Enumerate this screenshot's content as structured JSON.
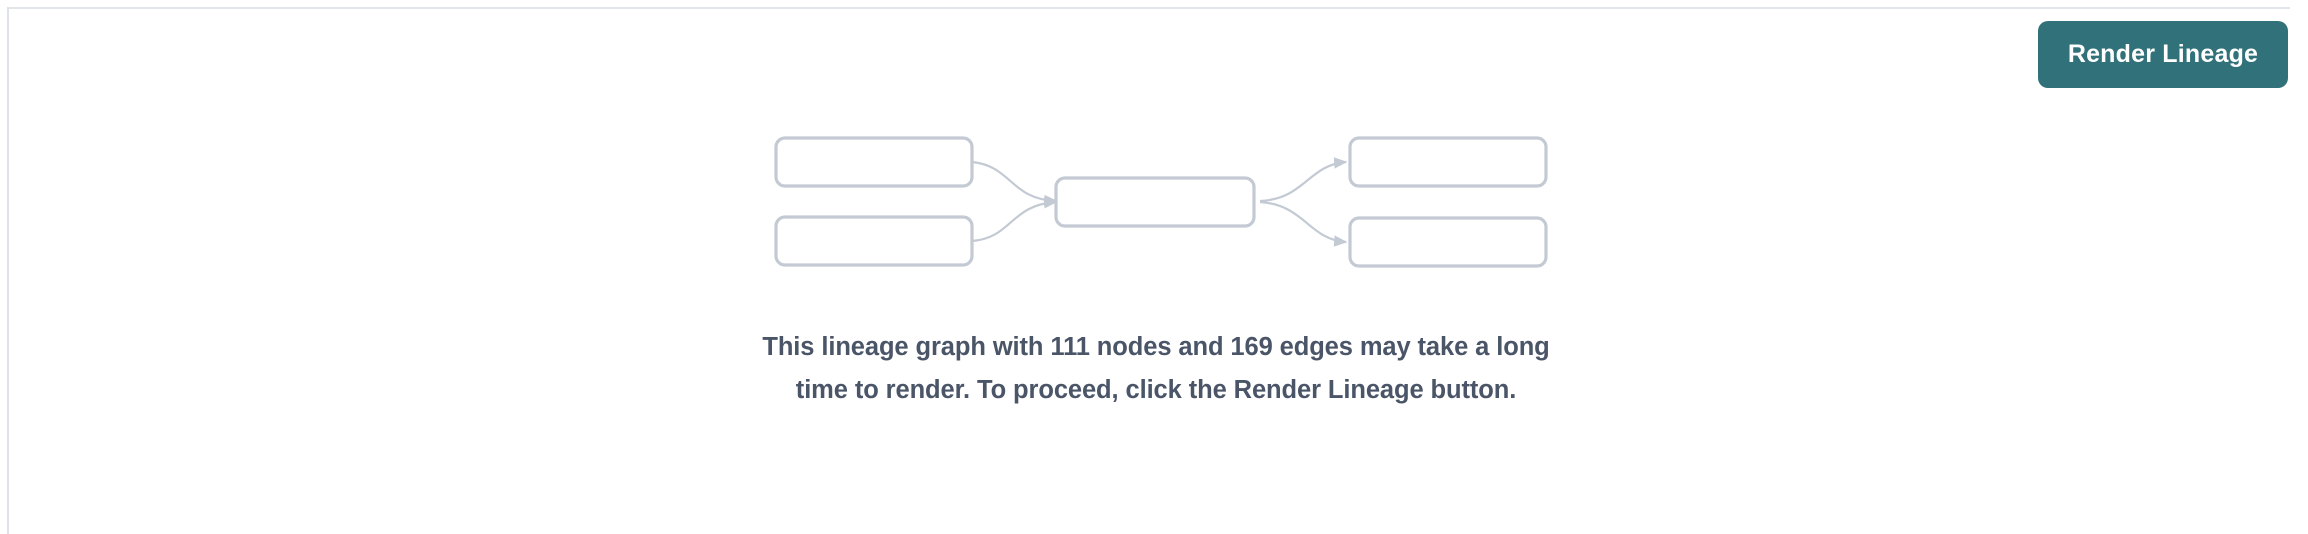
{
  "panel": {
    "background_color": "#ffffff",
    "rule_color": "#e2e5ea"
  },
  "toolbar": {
    "render_lineage_label": "Render Lineage",
    "button_color": "#31717a",
    "button_text_color": "#ffffff"
  },
  "graph_placeholder": {
    "node_stroke_color": "#c3cad4",
    "edge_color": "#c3cad4",
    "nodes": [
      {
        "id": "left-top",
        "label": ""
      },
      {
        "id": "left-bottom",
        "label": ""
      },
      {
        "id": "center",
        "label": ""
      },
      {
        "id": "right-top",
        "label": ""
      },
      {
        "id": "right-bottom",
        "label": ""
      }
    ],
    "edges": [
      {
        "from": "left-top",
        "to": "center"
      },
      {
        "from": "left-bottom",
        "to": "center"
      },
      {
        "from": "center",
        "to": "right-top"
      },
      {
        "from": "center",
        "to": "right-bottom"
      }
    ]
  },
  "message": {
    "text": "This lineage graph with 111 nodes and 169 edges may take a long time to render. To proceed, click the Render Lineage button.",
    "node_count": 111,
    "edge_count": 169,
    "text_color": "#4a5568"
  }
}
